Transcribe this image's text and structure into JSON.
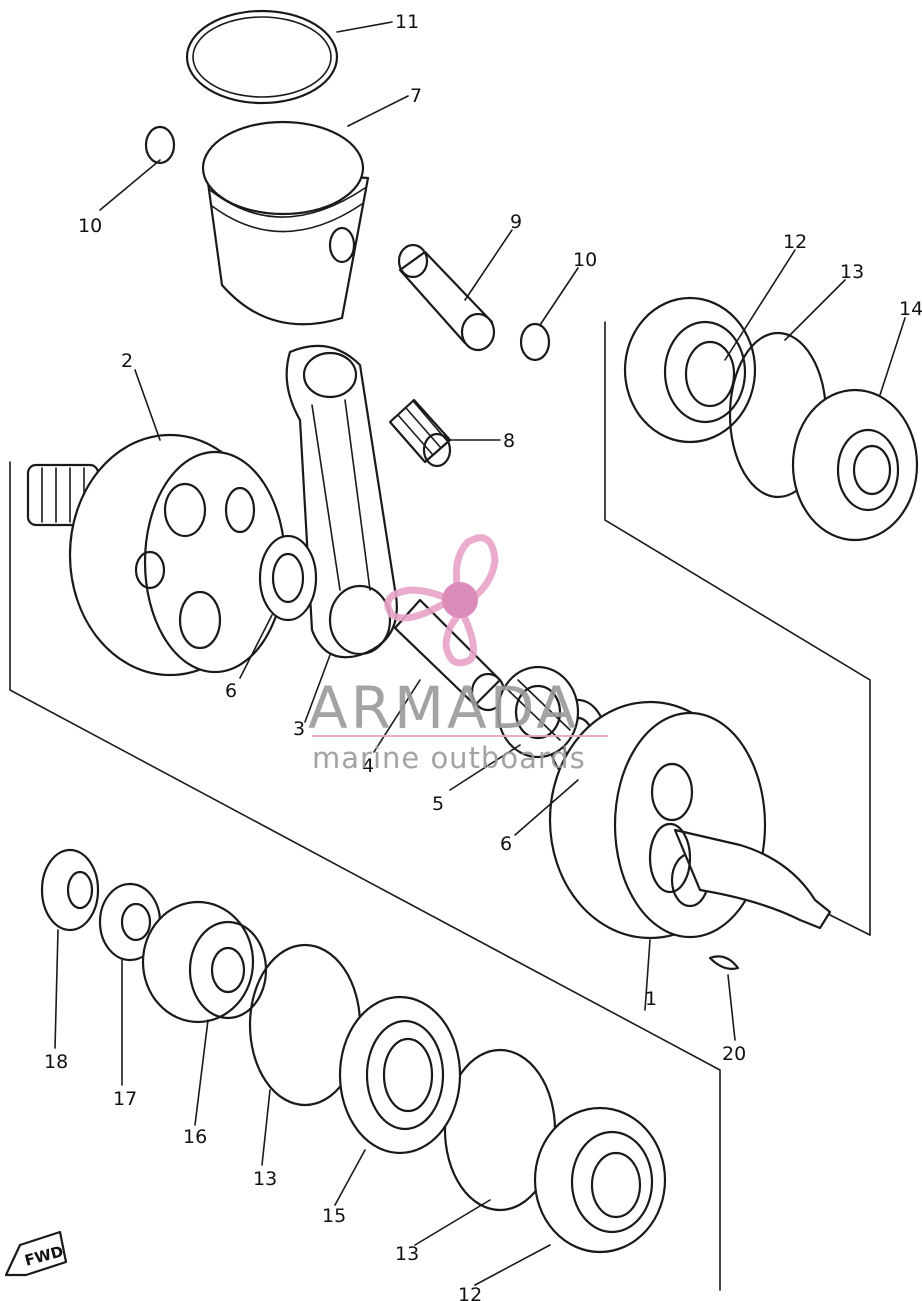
{
  "callouts": {
    "p1": "1",
    "p2": "2",
    "p3": "3",
    "p4": "4",
    "p5": "5",
    "p6a": "6",
    "p6b": "6",
    "p7": "7",
    "p8": "8",
    "p9": "9",
    "p10a": "10",
    "p10b": "10",
    "p11": "11",
    "p12a": "12",
    "p12b": "12",
    "p13a": "13",
    "p13b": "13",
    "p13c": "13",
    "p14": "14",
    "p15": "15",
    "p16": "16",
    "p17": "17",
    "p18": "18",
    "p20": "20"
  },
  "fwd_label": "FWD",
  "watermark": {
    "brand": "ARMADA",
    "tagline": "marine outboards",
    "logo_color": "#e8a3c8",
    "logo_center_color": "#d67fb0"
  }
}
